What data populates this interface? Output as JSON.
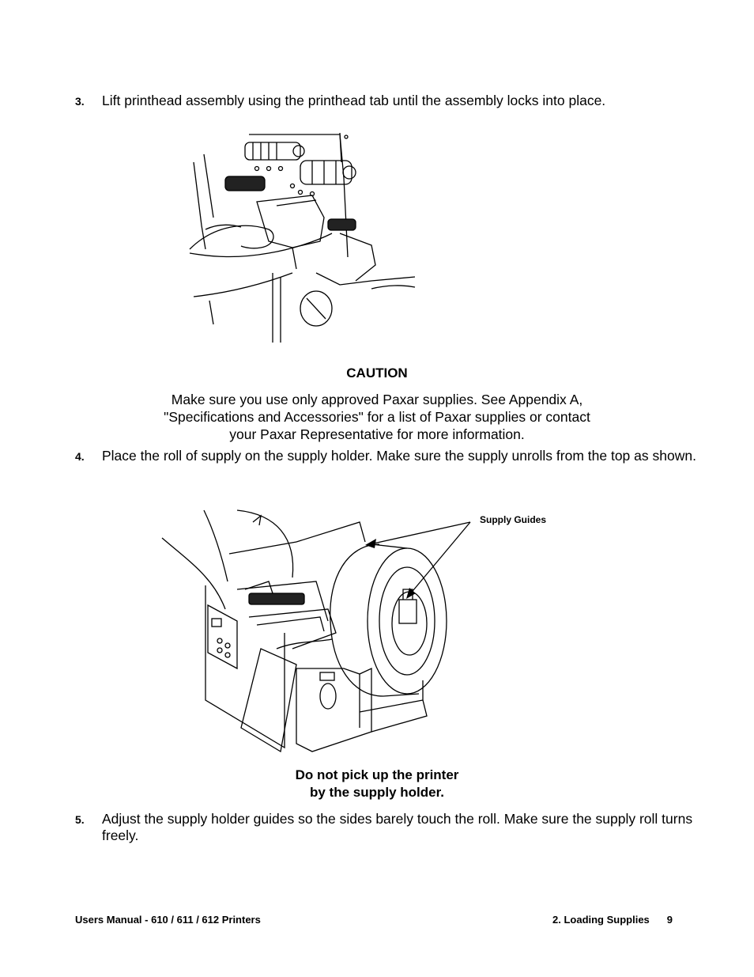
{
  "steps": [
    {
      "number": "3.",
      "text": "Lift printhead assembly using the printhead tab until the assembly locks into place."
    },
    {
      "number": "4.",
      "text": "Place the roll of supply on the supply holder.  Make sure the supply unrolls from the top as shown."
    },
    {
      "number": "5.",
      "text": "Adjust the supply holder guides so the sides barely touch the roll.  Make sure the supply roll turns freely."
    }
  ],
  "caution": {
    "title": "CAUTION",
    "lines": [
      "Make sure you use only approved Paxar supplies.  See Appendix A,",
      "\"Specifications and Accessories\" for a list of Paxar supplies or contact",
      "your Paxar Representative for more information."
    ]
  },
  "figure2": {
    "callout": "Supply Guides"
  },
  "warning": {
    "lines": [
      "Do not pick up the printer",
      "by the supply holder."
    ]
  },
  "footer": {
    "left": "Users Manual - 610 / 611 / 612 Printers",
    "section": "2.  Loading Supplies",
    "page": "9"
  }
}
